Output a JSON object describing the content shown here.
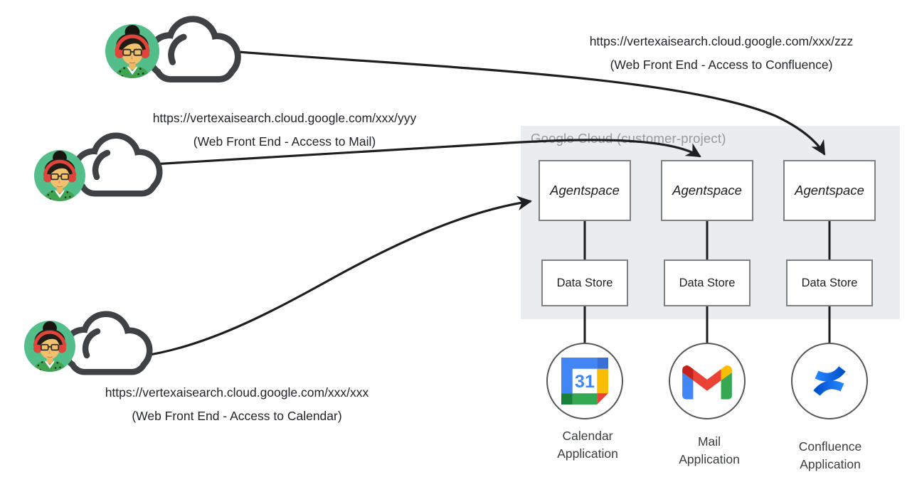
{
  "panel": {
    "title": "Google Cloud (customer-project)"
  },
  "endpoints": [
    {
      "url": "https://vertexaisearch.cloud.google.com/xxx/zzz",
      "caption": "(Web Front End - Access to Confluence)"
    },
    {
      "url": "https://vertexaisearch.cloud.google.com/xxx/yyy",
      "caption": "(Web Front End - Access to Mail)"
    },
    {
      "url": "https://vertexaisearch.cloud.google.com/xxx/xxx",
      "caption": "(Web Front End - Access to Calendar)"
    }
  ],
  "columns": [
    {
      "agent_label": "Agentspace",
      "store_label": "Data Store",
      "app_line1": "Calendar",
      "app_line2": "Application",
      "app_icon": "google-calendar"
    },
    {
      "agent_label": "Agentspace",
      "store_label": "Data Store",
      "app_line1": "Mail",
      "app_line2": "Application",
      "app_icon": "gmail"
    },
    {
      "agent_label": "Agentspace",
      "store_label": "Data Store",
      "app_line1": "Confluence",
      "app_line2": "Application",
      "app_icon": "confluence"
    }
  ],
  "users": [
    {
      "icon": "user-avatar-with-cloud",
      "connects_to": "Confluence"
    },
    {
      "icon": "user-avatar-with-cloud",
      "connects_to": "Mail"
    },
    {
      "icon": "user-avatar-with-cloud",
      "connects_to": "Calendar"
    }
  ],
  "calendar_icon_day": "31",
  "colors": {
    "panel_bg": "#e9edef",
    "panel_title": "#97999c",
    "arrow": "#1d1f21",
    "box_border": "#7c8083",
    "avatar_green": "#53be8a",
    "cloud_outline": "#3f4245",
    "google_blue": "#4285f4",
    "google_dark_blue": "#3a6fd8",
    "google_red": "#ea4335",
    "google_dark_red": "#c5221f",
    "google_yellow": "#fbbc04",
    "google_green": "#34a853",
    "google_dark_green": "#188038",
    "confluence_blue": "#1d7afc"
  }
}
